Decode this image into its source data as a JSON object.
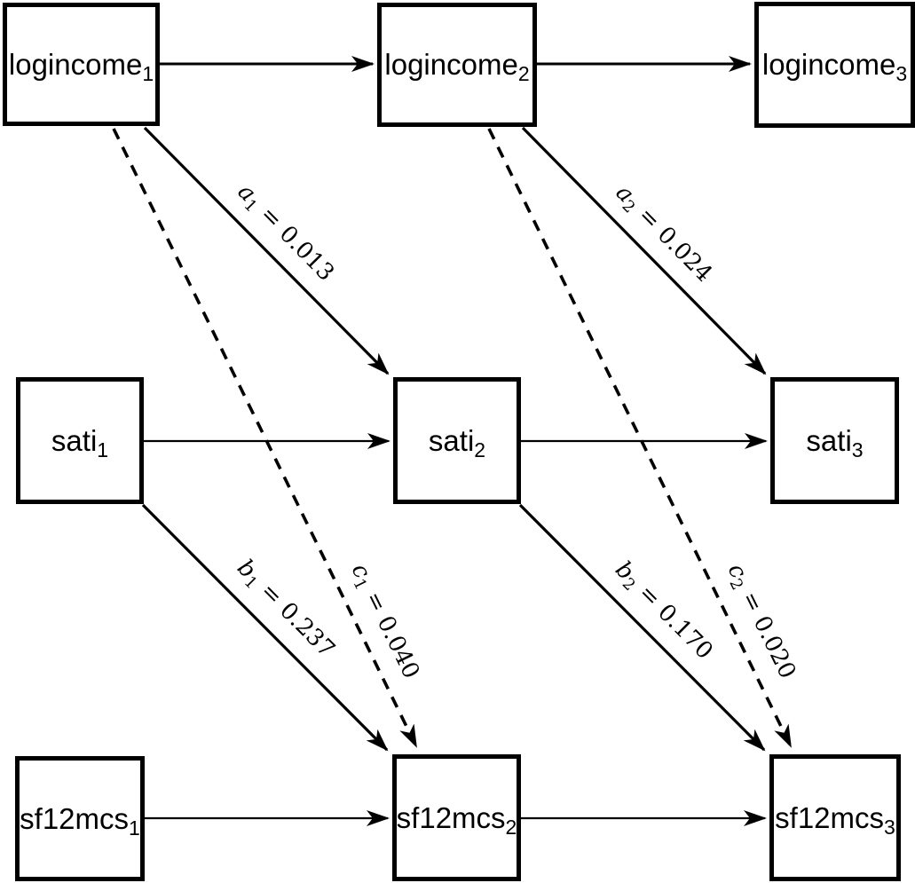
{
  "diagram": {
    "type": "path-diagram",
    "background_color": "#ffffff",
    "line_color": "#000000",
    "rows": [
      "logincome",
      "sati",
      "sf12mcs"
    ],
    "waves": [
      "1",
      "2",
      "3"
    ]
  },
  "nodes": [
    {
      "id": "logincome1",
      "base": "logincome",
      "sub": "1"
    },
    {
      "id": "logincome2",
      "base": "logincome",
      "sub": "2"
    },
    {
      "id": "logincome3",
      "base": "logincome",
      "sub": "3"
    },
    {
      "id": "sati1",
      "base": "sati",
      "sub": "1"
    },
    {
      "id": "sati2",
      "base": "sati",
      "sub": "2"
    },
    {
      "id": "sati3",
      "base": "sati",
      "sub": "3"
    },
    {
      "id": "sf12mcs1",
      "base": "sf12mcs",
      "sub": "1"
    },
    {
      "id": "sf12mcs2",
      "base": "sf12mcs",
      "sub": "2"
    },
    {
      "id": "sf12mcs3",
      "base": "sf12mcs",
      "sub": "3"
    }
  ],
  "edges": [
    {
      "from": "logincome1",
      "to": "logincome2",
      "style": "solid",
      "label": null
    },
    {
      "from": "logincome2",
      "to": "logincome3",
      "style": "solid",
      "label": null
    },
    {
      "from": "sati1",
      "to": "sati2",
      "style": "solid",
      "label": null
    },
    {
      "from": "sati2",
      "to": "sati3",
      "style": "solid",
      "label": null
    },
    {
      "from": "sf12mcs1",
      "to": "sf12mcs2",
      "style": "solid",
      "label": null
    },
    {
      "from": "sf12mcs2",
      "to": "sf12mcs3",
      "style": "solid",
      "label": null
    },
    {
      "from": "logincome1",
      "to": "sati2",
      "style": "solid",
      "label": "a1 = 0.013"
    },
    {
      "from": "logincome2",
      "to": "sati3",
      "style": "solid",
      "label": "a2 = 0.024"
    },
    {
      "from": "sati1",
      "to": "sf12mcs2",
      "style": "solid",
      "label": "b1 = 0.237"
    },
    {
      "from": "sati2",
      "to": "sf12mcs3",
      "style": "solid",
      "label": "b2 = 0.170"
    },
    {
      "from": "logincome1",
      "to": "sf12mcs2",
      "style": "dashed",
      "label": "c1 = 0.040"
    },
    {
      "from": "logincome2",
      "to": "sf12mcs3",
      "style": "dashed",
      "label": "c2 = 0.020"
    }
  ],
  "edge_labels": [
    {
      "symbol": "a",
      "sub": "1",
      "eq": "=",
      "value": "0.013"
    },
    {
      "symbol": "a",
      "sub": "2",
      "eq": "=",
      "value": "0.024"
    },
    {
      "symbol": "b",
      "sub": "1",
      "eq": "=",
      "value": "0.237"
    },
    {
      "symbol": "b",
      "sub": "2",
      "eq": "=",
      "value": "0.170"
    },
    {
      "symbol": "c",
      "sub": "1",
      "eq": "=",
      "value": "0.040"
    },
    {
      "symbol": "c",
      "sub": "2",
      "eq": "=",
      "value": "0.020"
    }
  ]
}
